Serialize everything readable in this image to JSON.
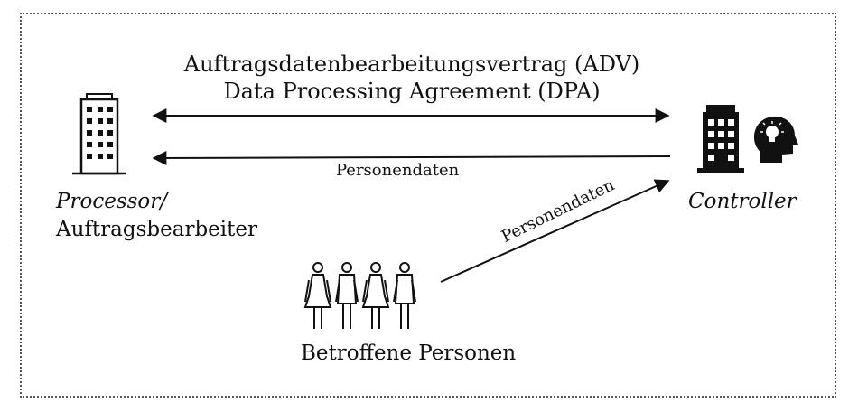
{
  "diagram": {
    "agreement_de": "Auftragsdatenbearbeitungsvertrag (ADV)",
    "agreement_en": "Data Processing Agreement (DPA)",
    "flow_back_label": "Personendaten",
    "flow_in_label": "Personendaten",
    "processor_role": "Processor/",
    "processor_de": "Auftragsbearbeiter",
    "controller": "Controller",
    "data_subjects": "Betroffene Personen"
  },
  "icons": {
    "processor": "office-building-outline-icon",
    "controller_building": "office-building-filled-icon",
    "controller_head": "head-lightbulb-icon",
    "data_subjects": "group-of-people-icon"
  },
  "colors": {
    "line": "#111111",
    "frame": "#555555",
    "background": "#ffffff"
  }
}
